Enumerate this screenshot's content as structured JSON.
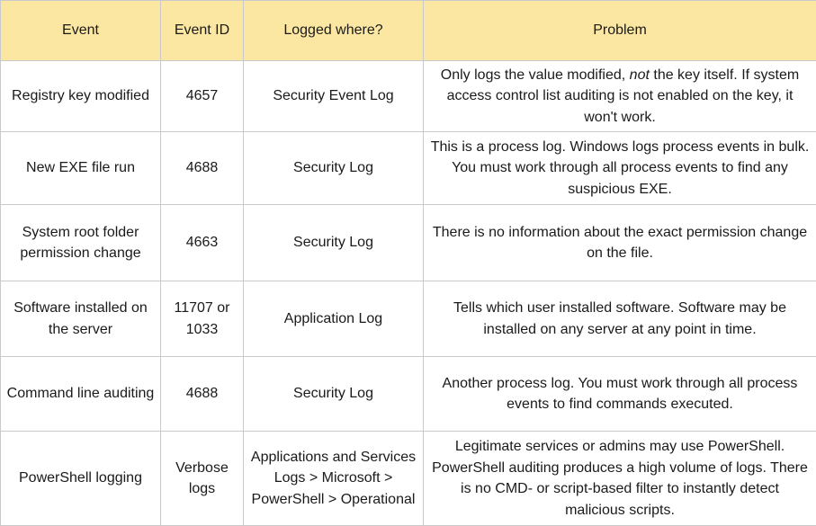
{
  "table": {
    "headers": [
      "Event",
      "Event ID",
      "Logged where?",
      "Problem"
    ],
    "rows": [
      {
        "event": "Registry key modified",
        "event_id": "4657",
        "logged_where": "Security Event Log",
        "problem_pre": "Only logs the value modified, ",
        "problem_emph": "not",
        "problem_post": " the key itself. If system access control list auditing is not enabled on the key, it won't work."
      },
      {
        "event": "New EXE file run",
        "event_id": "4688",
        "logged_where": "Security Log",
        "problem": "This is a process log. Windows logs process events in bulk. You must work through all process events to find any suspicious EXE."
      },
      {
        "event": "System root folder permission change",
        "event_id": "4663",
        "logged_where": "Security Log",
        "problem": "There is no information about the exact permission change on the file."
      },
      {
        "event": "Software installed on the server",
        "event_id": "11707 or 1033",
        "logged_where": "Application Log",
        "problem": "Tells which user installed software. Software may be installed on any server at any point in time."
      },
      {
        "event": "Command line auditing",
        "event_id": "4688",
        "logged_where": "Security Log",
        "problem": "Another process log. You must work through all process events to find commands executed."
      },
      {
        "event": "PowerShell logging",
        "event_id": "Verbose logs",
        "logged_where": "Applications and Services Logs > Microsoft > PowerShell > Operational",
        "problem": "Legitimate services or admins may use PowerShell. PowerShell auditing produces a high volume of logs. There is no CMD- or script-based filter to instantly detect malicious scripts."
      }
    ]
  },
  "colors": {
    "header_background": "#fce7a2",
    "border": "#c9c9c9",
    "text": "#1a1a1a"
  }
}
